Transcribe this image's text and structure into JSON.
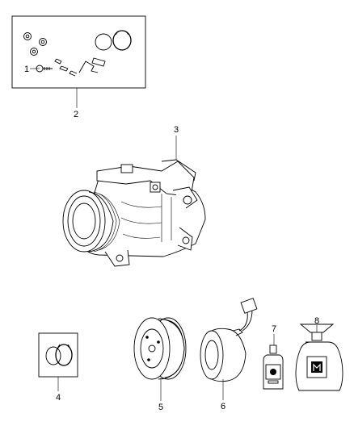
{
  "callouts": [
    {
      "id": "1",
      "label": "1"
    },
    {
      "id": "2",
      "label": "2"
    },
    {
      "id": "3",
      "label": "3"
    },
    {
      "id": "4",
      "label": "4"
    },
    {
      "id": "5",
      "label": "5"
    },
    {
      "id": "6",
      "label": "6"
    },
    {
      "id": "7",
      "label": "7"
    },
    {
      "id": "8",
      "label": "8"
    }
  ],
  "parts": [
    {
      "callout": "1",
      "icon": "bolt-icon"
    },
    {
      "callout": "2",
      "icon": "hardware-kit-icon"
    },
    {
      "callout": "3",
      "icon": "ac-compressor-icon"
    },
    {
      "callout": "4",
      "icon": "o-ring-kit-icon"
    },
    {
      "callout": "5",
      "icon": "clutch-pulley-icon"
    },
    {
      "callout": "6",
      "icon": "clutch-coil-icon"
    },
    {
      "callout": "7",
      "icon": "oil-bottle-icon"
    },
    {
      "callout": "8",
      "icon": "refrigerant-tank-icon"
    }
  ]
}
